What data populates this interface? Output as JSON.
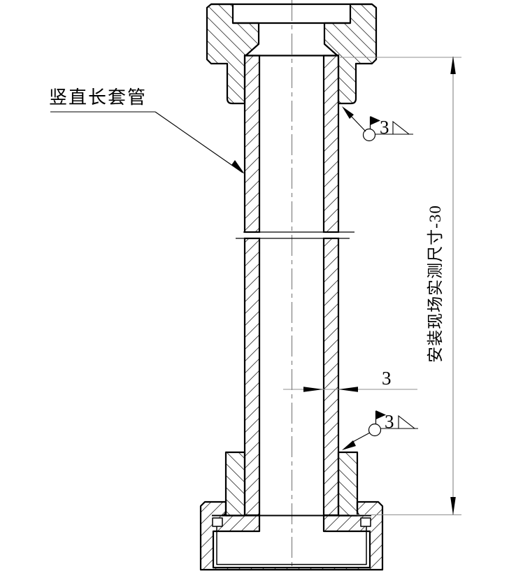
{
  "drawing": {
    "part_label": "竖直长套管",
    "height_dimension_label": "安装现场实测尺寸-30",
    "wall_thickness_value": "3",
    "weld_top": {
      "size": "3",
      "symbols": [
        "weld-all-around-circle",
        "field-weld-flag",
        "fillet-weld-triangle"
      ]
    },
    "weld_bottom": {
      "size": "3",
      "symbols": [
        "weld-all-around-circle",
        "field-weld-flag",
        "fillet-weld-triangle"
      ]
    }
  },
  "colors": {
    "outline": "#000000",
    "hatch": "#3a3a3a",
    "dimension": "#8f8f8f",
    "centerline": "#6e6e6e",
    "background": "#ffffff"
  }
}
